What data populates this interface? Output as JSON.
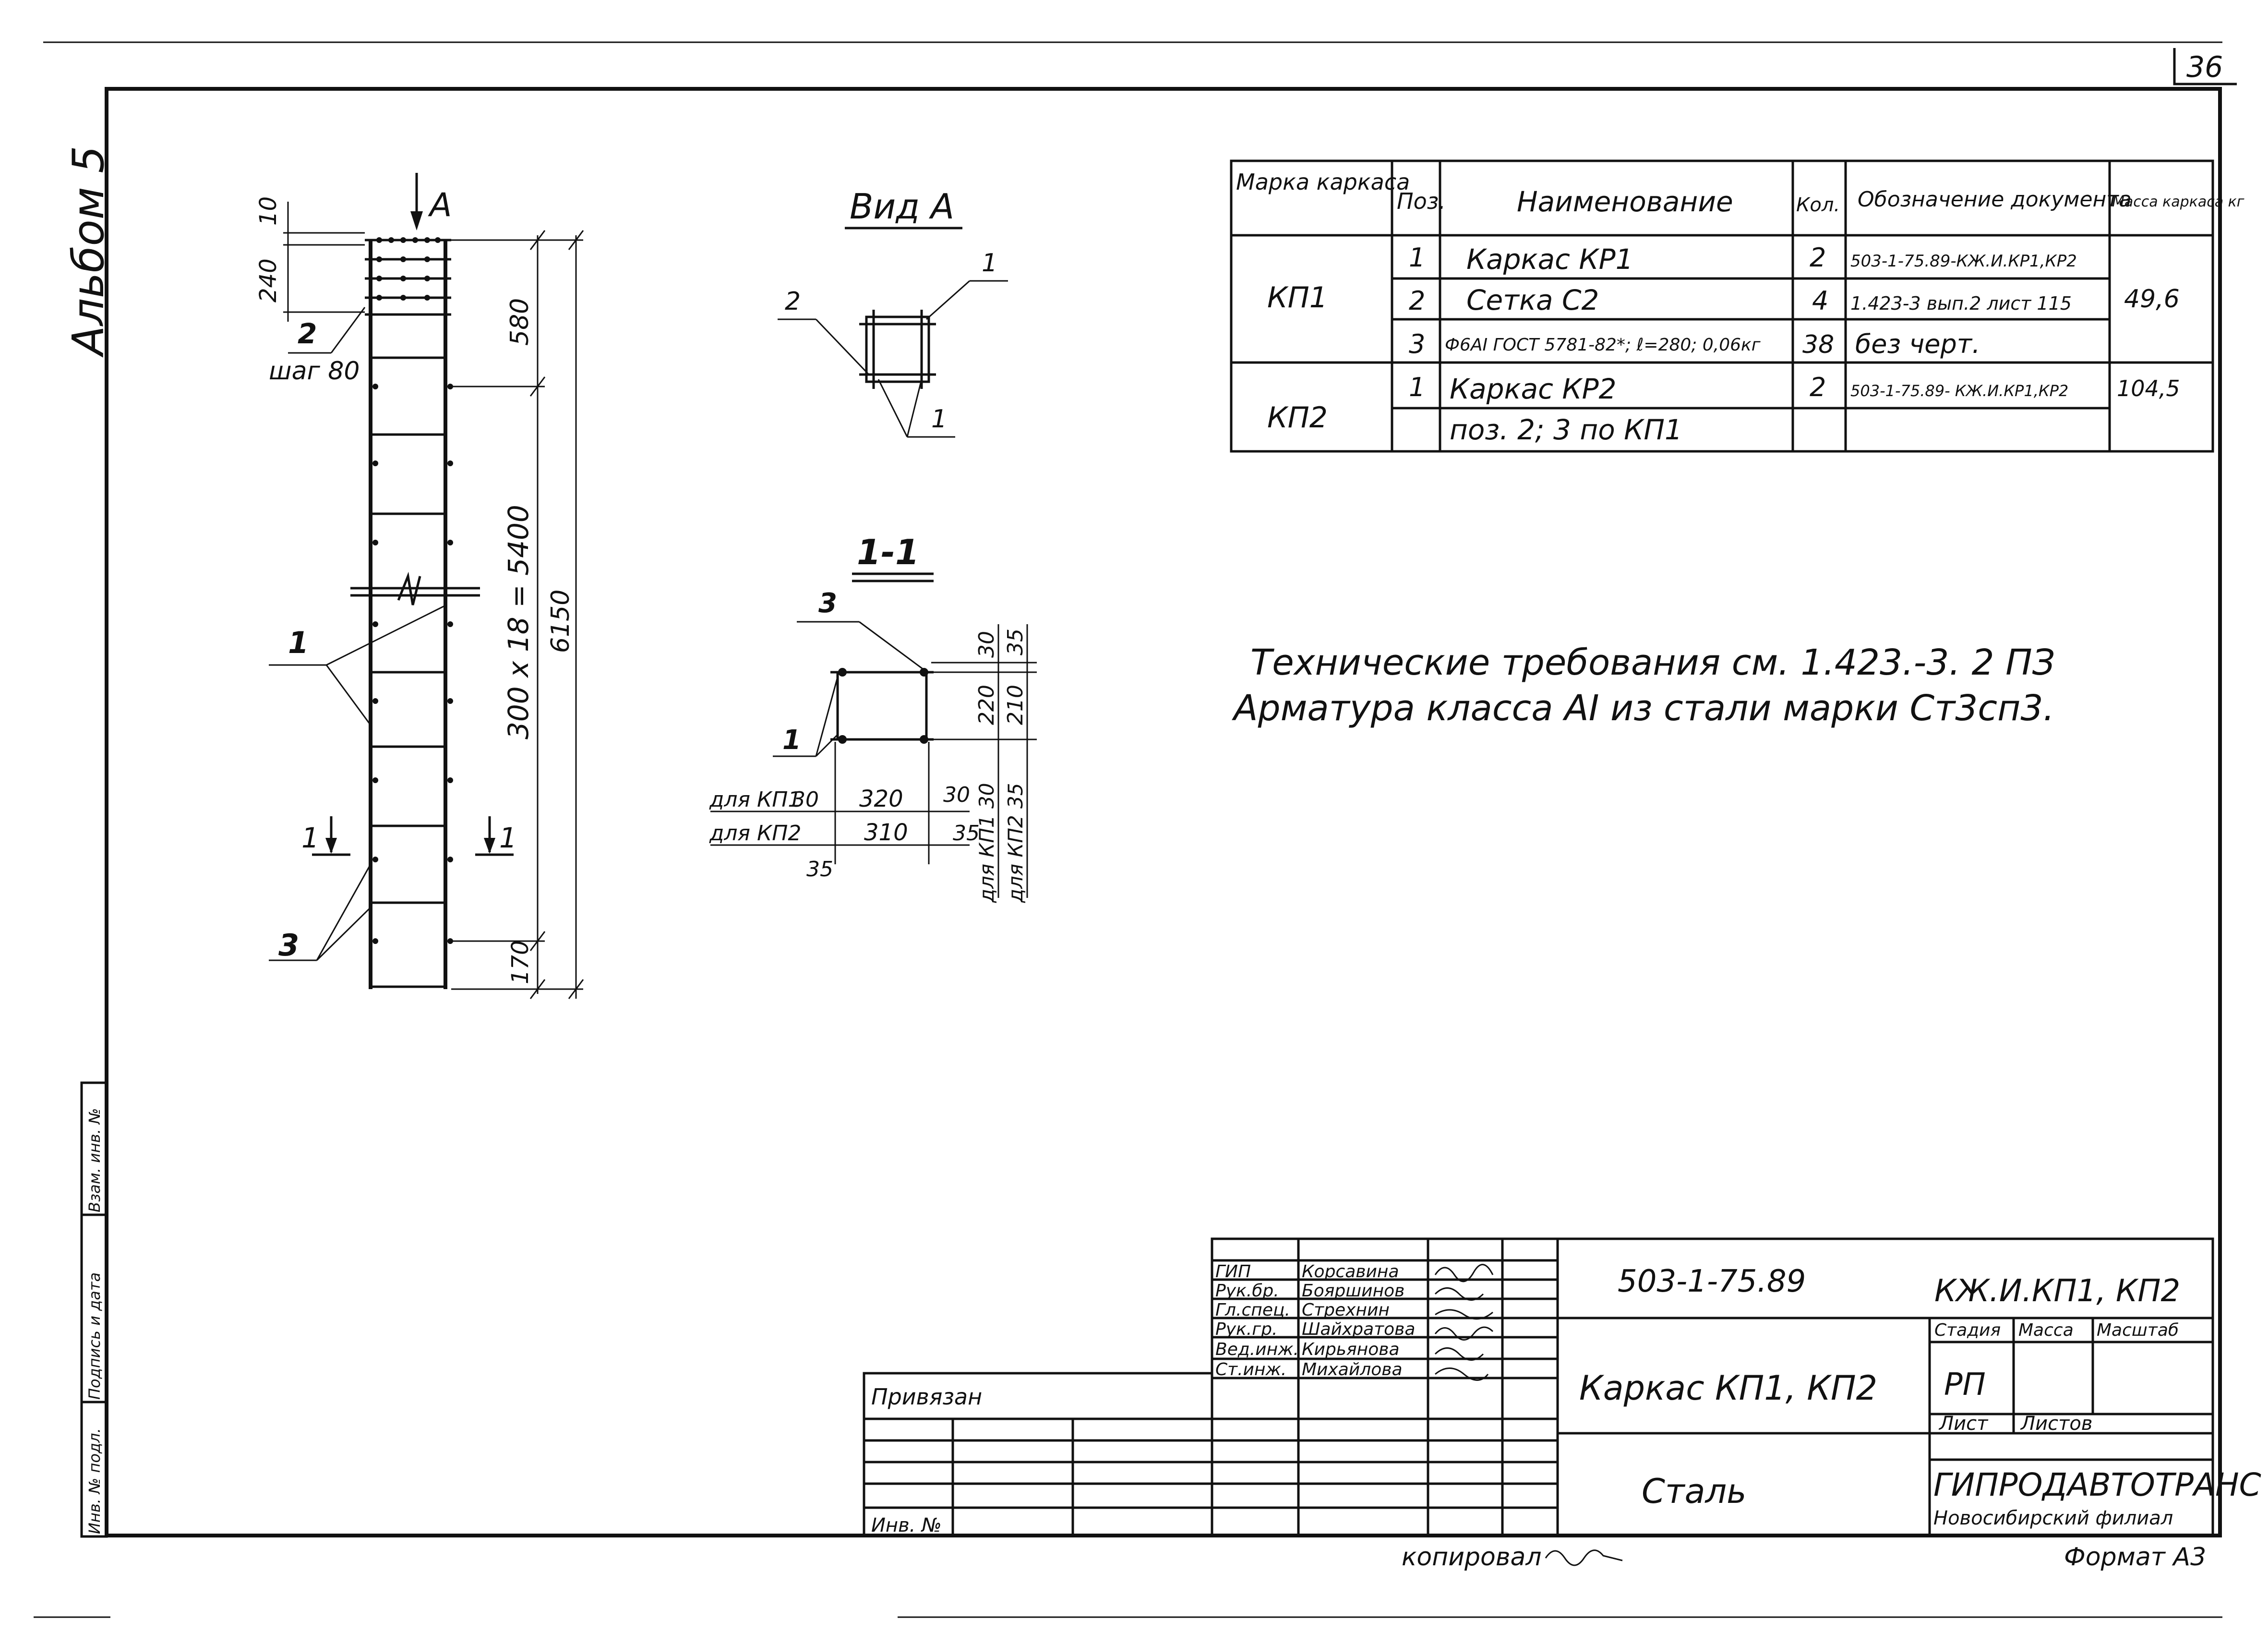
{
  "sheet": {
    "page_number": "36",
    "album": "Альбом 5",
    "format": "Формат А3",
    "copied": "копировал"
  },
  "elevation": {
    "mark_A": "А",
    "dim_10": "10",
    "dim_240": "240",
    "pos2": "2",
    "step": "шаг 80",
    "dim_580": "580",
    "dim_main": "300 x 18 = 5400",
    "dim_total": "6150",
    "dim_170": "170",
    "pos1": "1",
    "pos3": "3",
    "section_left": "1",
    "section_right": "1"
  },
  "view_a": {
    "title": "Вид А",
    "pos1_top": "1",
    "pos2": "2",
    "pos1_bottom": "1"
  },
  "section_1_1": {
    "title": "1-1",
    "pos3": "3",
    "pos1": "1",
    "dim_30_top": "30",
    "dim_35_top": "35",
    "dim_220": "220",
    "dim_210": "210",
    "label_kp1": "для КП1",
    "label_kp1_val": "30",
    "label_kp2": "для КП2",
    "dim_320": "320",
    "dim_310": "310",
    "dim_30_right": "30",
    "dim_35_right": "35",
    "dim_35_bottom": "35",
    "v_kp1": "для КП1 30",
    "v_kp2": "для КП2 35"
  },
  "spec_table": {
    "headers": [
      "Марка каркаса",
      "Поз.",
      "Наименование",
      "Кол.",
      "Обозначение документа",
      "Масса каркаса кг"
    ],
    "rows": [
      {
        "mark": "КП1",
        "pos": "1",
        "name": "Каркас КР1",
        "qty": "2",
        "doc": "503-1-75.89-КЖ.И.КР1,КР2",
        "mass": "49,6"
      },
      {
        "mark": "",
        "pos": "2",
        "name": "Сетка С2",
        "qty": "4",
        "doc": "1.423-3 вып.2 лист 115",
        "mass": ""
      },
      {
        "mark": "",
        "pos": "3",
        "name": "Ф6АI ГОСТ 5781-82*; ℓ=280; 0,06кг",
        "qty": "38",
        "doc": "без черт.",
        "mass": ""
      },
      {
        "mark": "КП2",
        "pos": "1",
        "name": "Каркас КР2",
        "qty": "2",
        "doc": "503-1-75.89- КЖ.И.КР1,КР2",
        "mass": "104,5"
      },
      {
        "mark": "",
        "pos": "",
        "name": "поз. 2; 3 по КП1",
        "qty": "",
        "doc": "",
        "mass": ""
      }
    ]
  },
  "notes": {
    "line1": "Технические требования см. 1.423.-3. 2 ПЗ",
    "line2": "Арматура класса АI из стали марки Ст3сп3."
  },
  "title_block": {
    "doc_code": "503-1-75.89",
    "sheet_code": "КЖ.И.КП1, КП2",
    "object": "Каркас КП1, КП2",
    "material": "Сталь",
    "stage_label": "Стадия",
    "mass_label": "Масса",
    "scale_label": "Масштаб",
    "stage": "РП",
    "sheet_label": "Лист",
    "sheets_label": "Листов",
    "org": "ГИПРОДАВТОТРАНС",
    "branch": "Новосибирский филиал",
    "tied": "Привязан",
    "inv": "Инв. №",
    "signers": [
      {
        "role": "ГИП",
        "name": "Корсавина"
      },
      {
        "role": "Рук.бр.",
        "name": "Бояршинов"
      },
      {
        "role": "Гл.спец.",
        "name": "Стрехнин"
      },
      {
        "role": "Рук.гр.",
        "name": "Шайхратова"
      },
      {
        "role": "Вед.инж.",
        "name": "Кирьянова"
      },
      {
        "role": "Ст.инж.",
        "name": "Михайлова"
      }
    ]
  },
  "side_stamp": {
    "f1": "Инв. № подл.",
    "f2": "Подпись и дата",
    "f3": "Взам. инв. №"
  }
}
